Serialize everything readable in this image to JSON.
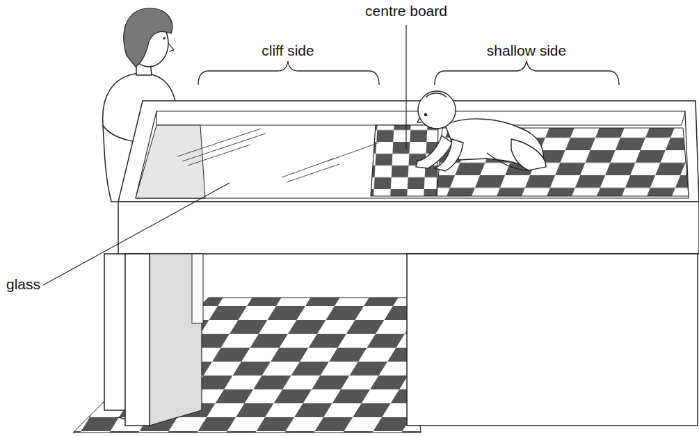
{
  "diagram": {
    "labels": [
      "centre board",
      "cliff side",
      "shallow side",
      "glass"
    ]
  }
}
